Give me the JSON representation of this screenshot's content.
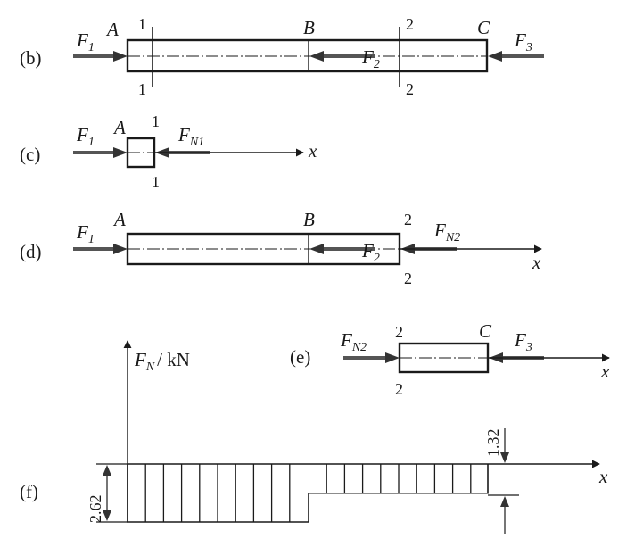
{
  "panels": {
    "b": "(b)",
    "c": "(c)",
    "d": "(d)",
    "e": "(e)",
    "f": "(f)"
  },
  "points": {
    "A": "A",
    "B": "B",
    "C": "C"
  },
  "sections": {
    "one": "1",
    "two": "2"
  },
  "forces": {
    "F": "F",
    "sub1": "1",
    "sub2": "2",
    "sub3": "3",
    "subN1": "N1",
    "subN2": "N2"
  },
  "axes": {
    "x": "x",
    "ylabel_F": "F",
    "ylabel_sub": "N",
    "ylabel_unit": "/ kN"
  },
  "chart_data": {
    "type": "area",
    "title": "",
    "ylabel": "F_N / kN",
    "xlabel": "x",
    "segments": [
      {
        "from": "A",
        "to": "B",
        "value": -2.62
      },
      {
        "from": "B",
        "to": "C",
        "value": -1.32
      }
    ],
    "annotations": [
      "2.62",
      "1.32"
    ]
  },
  "colors": {
    "ink": "#1a1a1a",
    "force_arrow": "#555555"
  }
}
